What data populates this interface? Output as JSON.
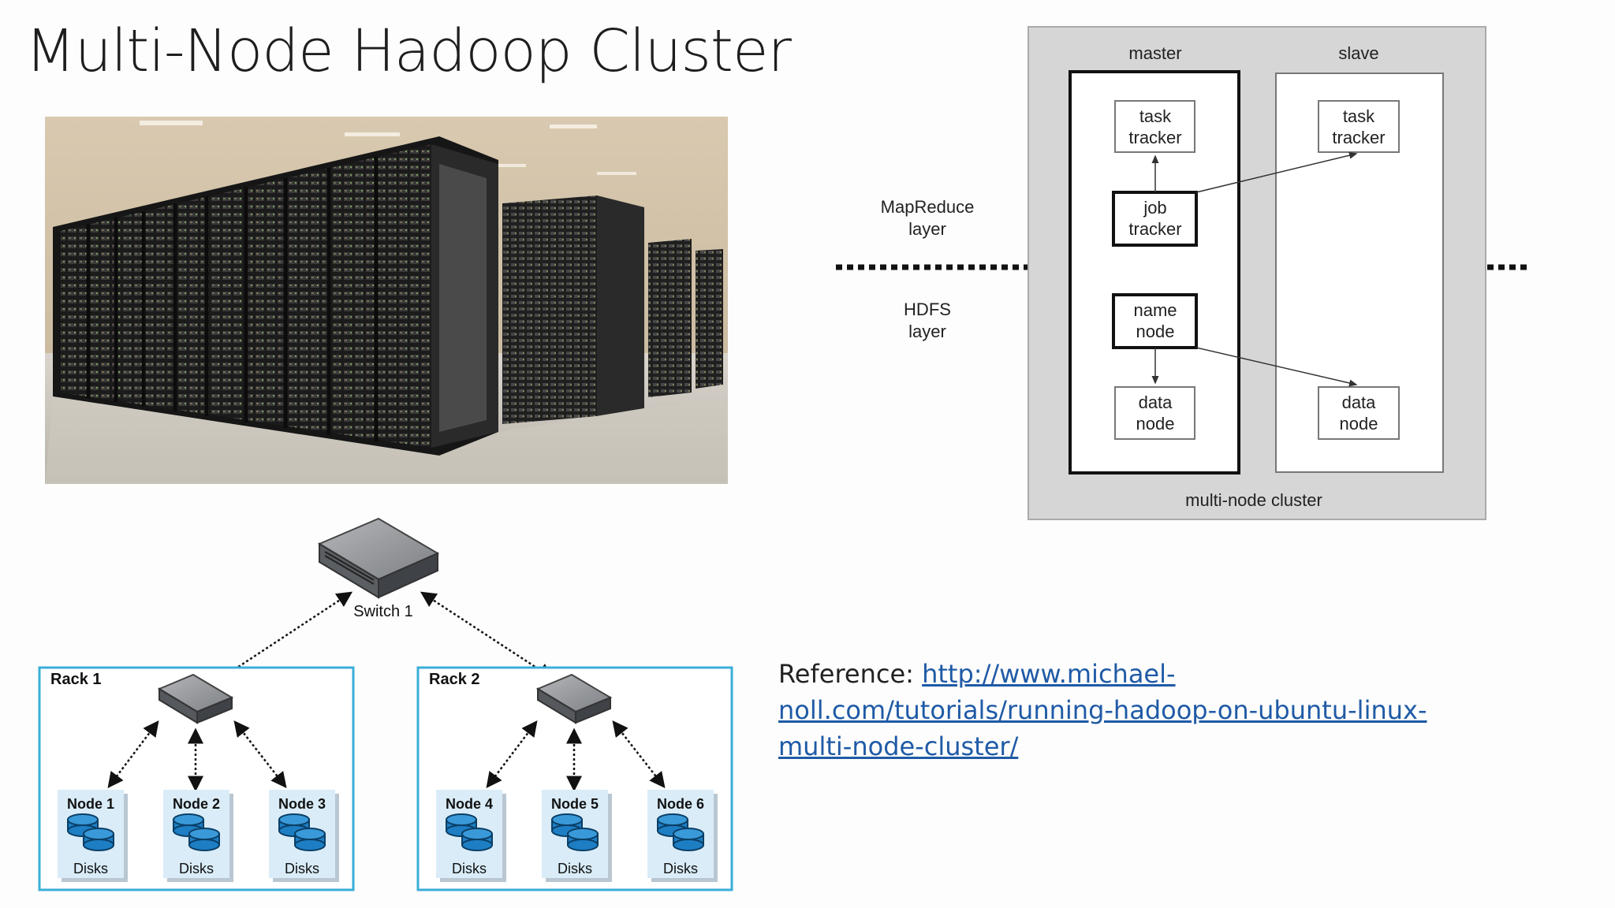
{
  "slide": {
    "title": "Multi-Node Hadoop Cluster"
  },
  "photo": {
    "subject": "datacenter server racks"
  },
  "rack_diagram": {
    "switch_label": "Switch 1",
    "racks": [
      {
        "label": "Rack 1",
        "nodes": [
          "Node 1",
          "Node 2",
          "Node 3"
        ]
      },
      {
        "label": "Rack 2",
        "nodes": [
          "Node 4",
          "Node 5",
          "Node 6"
        ]
      }
    ],
    "disk_label": "Disks",
    "colors": {
      "rack_border": "#3aaed8",
      "disk_fill": "#1d7ec4",
      "node_bg": "#d9ecf8"
    }
  },
  "cluster_diagram": {
    "master_label": "master",
    "slave_label": "slave",
    "footer_label": "multi-node cluster",
    "layers": {
      "mapreduce": [
        "MapReduce",
        "layer"
      ],
      "hdfs": [
        "HDFS",
        "layer"
      ]
    },
    "master_boxes": {
      "task_tracker": [
        "task",
        "tracker"
      ],
      "job_tracker": [
        "job",
        "tracker"
      ],
      "name_node": [
        "name",
        "node"
      ],
      "data_node": [
        "data",
        "node"
      ]
    },
    "slave_boxes": {
      "task_tracker": [
        "task",
        "tracker"
      ],
      "data_node": [
        "data",
        "node"
      ]
    }
  },
  "reference": {
    "prefix": "Reference: ",
    "link_line1": "http://www.michael-",
    "link_line2": "noll.com/tutorials/running-hadoop-on-ubuntu-linux-",
    "link_line3": "multi-node-cluster/",
    "color": "#1f5aa6"
  }
}
